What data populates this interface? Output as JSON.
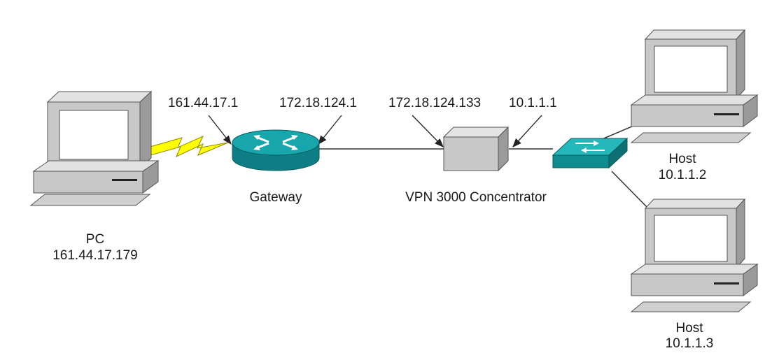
{
  "labels": {
    "pc_name": "PC",
    "pc_ip": "161.44.17.179",
    "gateway_outside_ip": "161.44.17.1",
    "gateway_inside_ip": "172.18.124.1",
    "gateway_name": "Gateway",
    "vpn_public_ip": "172.18.124.133",
    "vpn_private_ip": "10.1.1.1",
    "vpn_name": "VPN 3000 Concentrator",
    "host1_name": "Host",
    "host1_ip": "10.1.1.2",
    "host2_name": "Host",
    "host2_ip": "10.1.1.3"
  },
  "colors": {
    "device_body": "#c8c8c8",
    "device_shade": "#9a9a9a",
    "screen": "#ffffff",
    "router": "#15a0a6",
    "switch": "#1eb3b6",
    "serial_link": "#ffff00"
  }
}
